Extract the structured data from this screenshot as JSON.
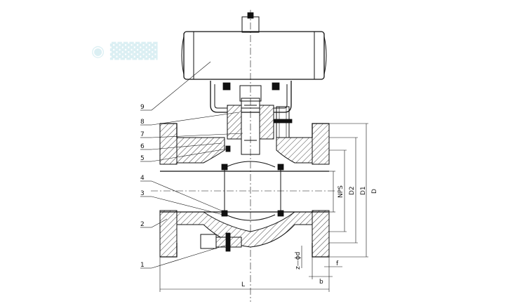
{
  "part_labels": [
    "1",
    "2",
    "3",
    "4",
    "5",
    "6",
    "7",
    "8",
    "9"
  ],
  "dimensions": {
    "L": "L",
    "NPS": "NPS",
    "D2": "D2",
    "D1": "D1",
    "D": "D",
    "b": "b",
    "f": "f",
    "holes": "z—ϕd"
  }
}
